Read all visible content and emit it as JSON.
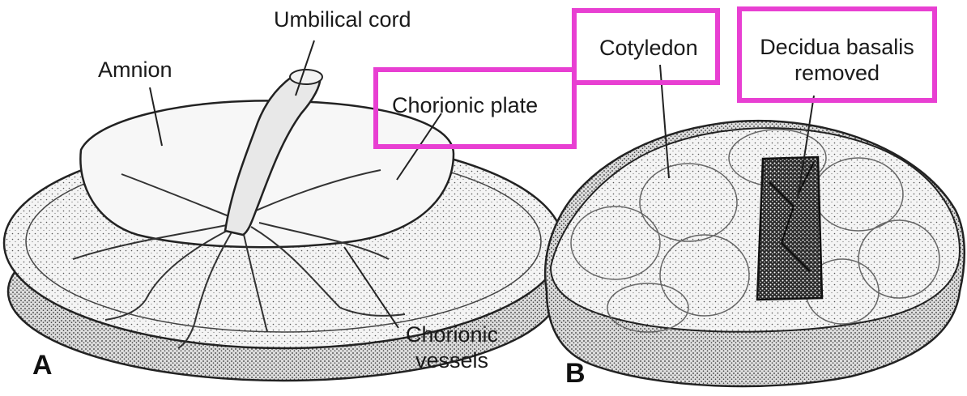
{
  "figure": {
    "panel_a": {
      "letter": "A",
      "labels": {
        "umbilical_cord": "Umbilical cord",
        "amnion": "Amnion",
        "chorionic_plate": "Chorionic plate",
        "chorionic_vessels_line1": "Chorionic",
        "chorionic_vessels_line2": "vessels"
      }
    },
    "panel_b": {
      "letter": "B",
      "labels": {
        "cotyledon": "Cotyledon",
        "decidua_line1": "Decidua basalis",
        "decidua_line2": "removed"
      }
    },
    "highlight_color": "#e83fd2"
  }
}
